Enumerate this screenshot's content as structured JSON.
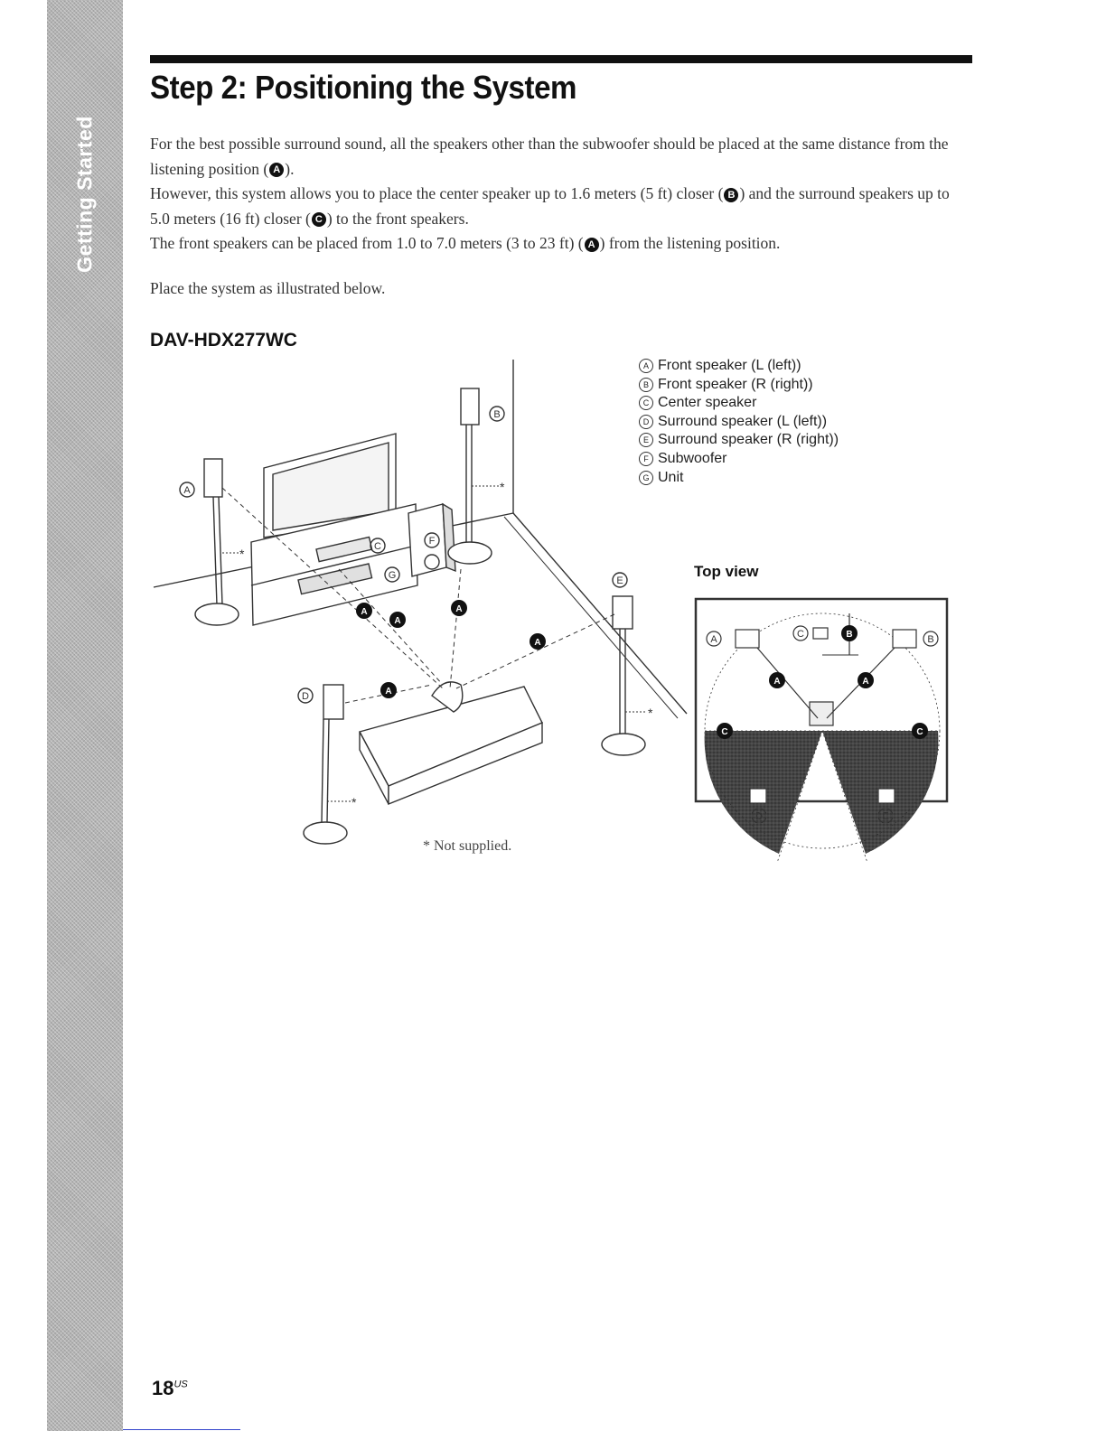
{
  "side_tab": {
    "label": "Getting Started"
  },
  "title": "Step 2: Positioning the System",
  "intro": {
    "line1_pre": "For the best possible surround sound, all the speakers other than the subwoofer should be placed at the same distance from the listening position (",
    "line1_post": ").",
    "line2_pre": "However, this system allows you to place the center speaker up to 1.6 meters (5 ft) closer (",
    "line2_mid": ") and the surround speakers up to 5.0 meters (16 ft) closer (",
    "line2_post": ") to the front speakers.",
    "line3_pre": "The front speakers can be placed from 1.0 to 7.0 meters (3 to 23 ft) (",
    "line3_post": ") from the listening position.",
    "place_text": "Place the system as illustrated below."
  },
  "badges": {
    "a": "A",
    "b": "B",
    "c": "C"
  },
  "model": "DAV-HDX277WC",
  "legend": [
    {
      "letter": "A",
      "text": "Front speaker (L (left))"
    },
    {
      "letter": "B",
      "text": "Front speaker (R (right))"
    },
    {
      "letter": "C",
      "text": "Center speaker"
    },
    {
      "letter": "D",
      "text": "Surround speaker (L (left))"
    },
    {
      "letter": "E",
      "text": "Surround speaker (R (right))"
    },
    {
      "letter": "F",
      "text": "Subwoofer"
    },
    {
      "letter": "G",
      "text": "Unit"
    }
  ],
  "illustration": {
    "callouts": {
      "a": "A",
      "b": "B",
      "c": "C",
      "d": "D",
      "e": "E",
      "f": "F",
      "g": "G"
    },
    "not_supplied_mark": "*"
  },
  "top_view": {
    "title": "Top view"
  },
  "footnote": "* Not supplied.",
  "page_number": "18",
  "page_suffix": "US"
}
